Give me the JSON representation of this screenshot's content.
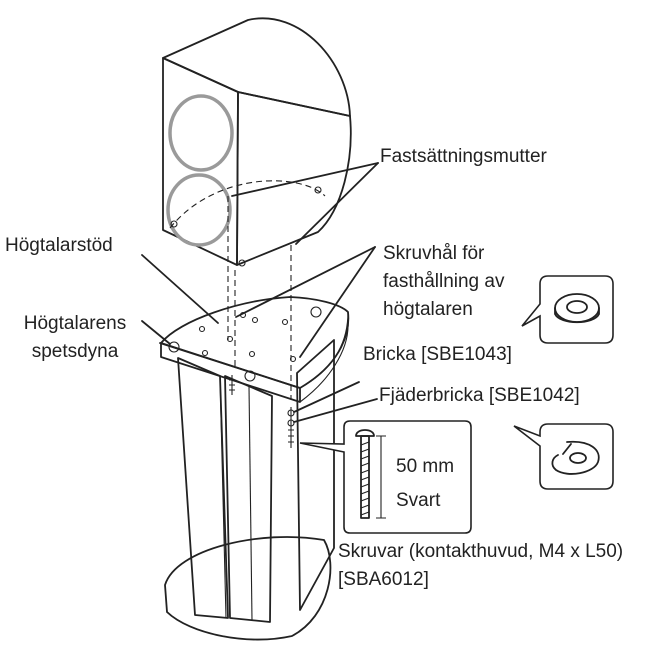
{
  "labels": {
    "fastsattningsmutter": "Fastsättningsmutter",
    "hogtalarstod": "Högtalarstöd",
    "skruvhal_1": "Skruvhål för",
    "skruvhal_2": "fasthållning av",
    "skruvhal_3": "högtalaren",
    "spetsdyna_1": "Högtalarens",
    "spetsdyna_2": "spetsdyna",
    "bricka": "Bricka [SBE1043]",
    "fjaderbricka": "Fjäderbricka [SBE1042]",
    "skruv_length": "50 mm",
    "skruv_color": "Svart",
    "skruvar_1": "Skruvar (kontakthuvud, M4 x L50)",
    "skruvar_2": "[SBA6012]"
  },
  "colors": {
    "line": "#222222",
    "driver_rings": "#9a9a9a",
    "background": "#ffffff"
  }
}
